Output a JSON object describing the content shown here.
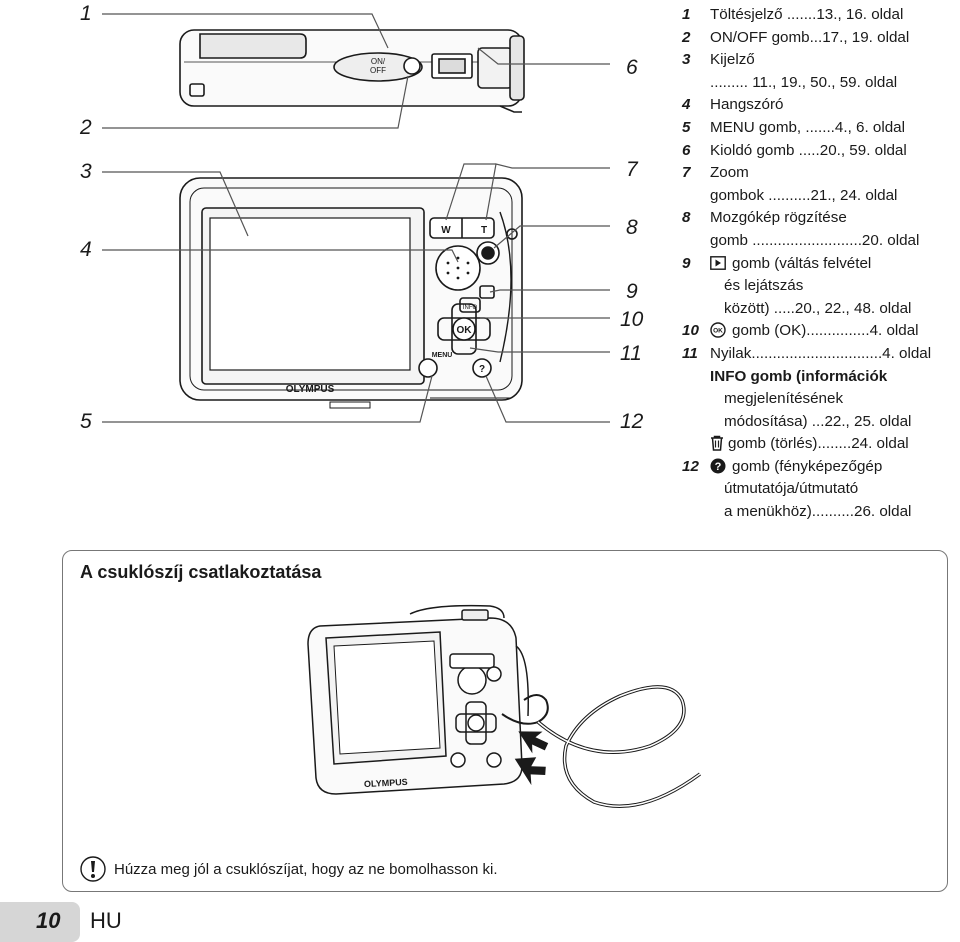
{
  "callouts": {
    "left": [
      "1",
      "2",
      "3",
      "4",
      "5"
    ],
    "right": [
      "6",
      "7",
      "8",
      "9",
      "10",
      "11",
      "12"
    ]
  },
  "camera": {
    "onoff_label": "ON/\nOFF",
    "zoom_w": "W",
    "zoom_t": "T",
    "info_label": "INFO",
    "ok_label": "OK",
    "menu_label": "MENU",
    "help_label": "?",
    "brand": "OLYMPUS"
  },
  "legend": {
    "items": [
      {
        "num": "1",
        "lines": [
          "Töltésjelző .......13., 16. oldal"
        ]
      },
      {
        "num": "2",
        "lines": [
          "ON/OFF gomb...17., 19. oldal"
        ]
      },
      {
        "num": "3",
        "lines": [
          "Kijelző",
          "......... 11., 19., 50., 59. oldal"
        ]
      },
      {
        "num": "4",
        "lines": [
          "Hangszóró"
        ]
      },
      {
        "num": "5",
        "lines": [
          "MENU gomb, .......4., 6. oldal"
        ]
      },
      {
        "num": "6",
        "lines": [
          "Kioldó gomb .....20., 59. oldal"
        ]
      },
      {
        "num": "7",
        "lines": [
          "Zoom",
          "gombok ..........21., 24. oldal"
        ]
      },
      {
        "num": "8",
        "lines": [
          "Mozgókép rögzítése",
          "gomb ..........................20. oldal"
        ]
      },
      {
        "num": "9",
        "lines": [
          "gomb (váltás felvétel",
          "és lejátszás",
          "között) .....20., 22., 48. oldal"
        ]
      },
      {
        "num": "10",
        "lines": [
          "gomb (OK)...............4. oldal"
        ]
      },
      {
        "num": "11",
        "lines": [
          "Nyilak...............................4. oldal"
        ]
      }
    ],
    "sub_items": [
      {
        "lines": [
          "INFO gomb (információk",
          "megjelenítésének",
          "módosítása) ...22., 25. oldal"
        ]
      },
      {
        "lines": [
          "gomb (törlés)........24. oldal"
        ]
      }
    ],
    "item12": {
      "num": "12",
      "lines": [
        "gomb (fényképezőgép",
        "útmutatója/útmutató",
        "a menükhöz)..........26. oldal"
      ]
    }
  },
  "strap_section": {
    "title": "A csuklószíj csatlakoztatása",
    "camera_brand": "OLYMPUS"
  },
  "warning": {
    "icon": "warning-icon",
    "text": "Húzza meg jól a csuklószíjat, hogy az ne bomolhasson ki."
  },
  "footer": {
    "page_number": "10",
    "language": "HU"
  }
}
